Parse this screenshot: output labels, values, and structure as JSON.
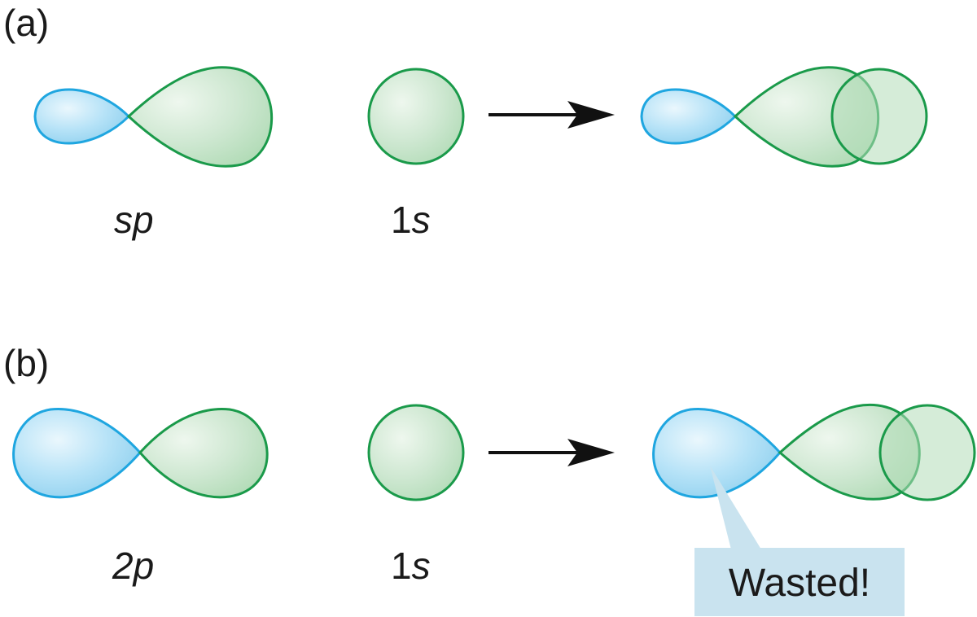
{
  "colors": {
    "blue_lobe_stroke": "#1fa6e0",
    "green_lobe_stroke": "#1a9a4a",
    "callout_fill": "#c9e3ef",
    "arrow": "#111111"
  },
  "panel_a": {
    "label": "(a)",
    "orbital_1": {
      "num": "",
      "letter": "sp"
    },
    "orbital_2": {
      "num": "1",
      "letter": "s"
    }
  },
  "panel_b": {
    "label": "(b)",
    "orbital_1": {
      "num": "2",
      "letter": "p"
    },
    "orbital_2": {
      "num": "1",
      "letter": "s"
    },
    "callout": "Wasted!"
  }
}
